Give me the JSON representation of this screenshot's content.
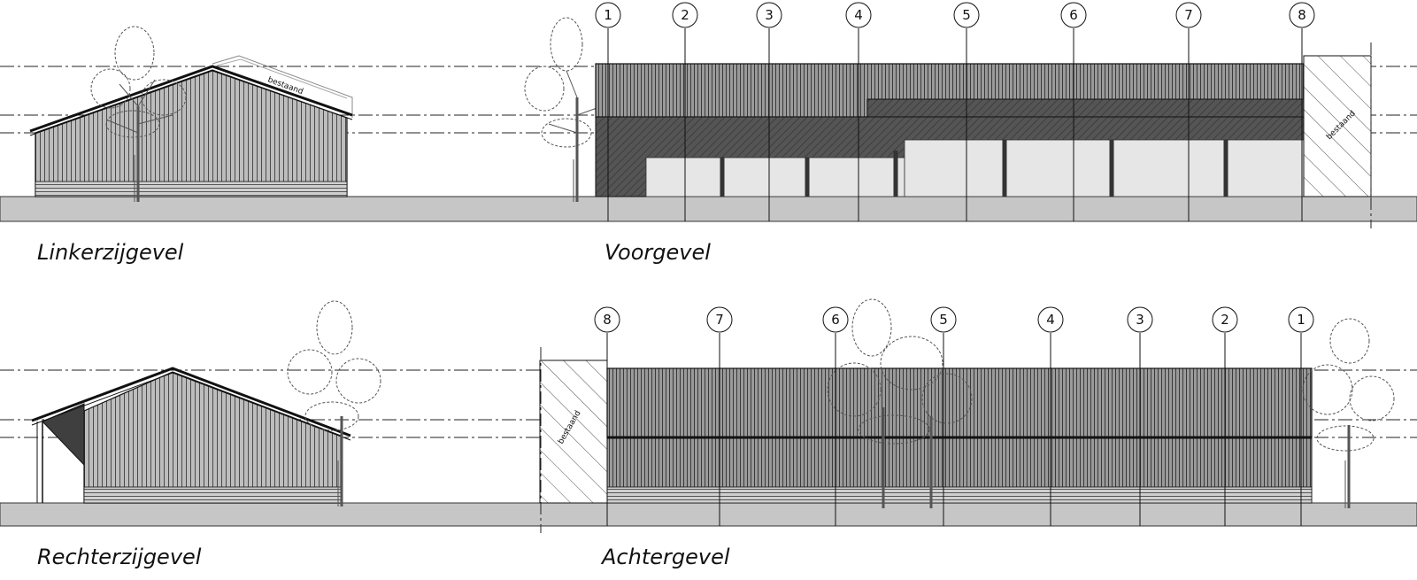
{
  "views": {
    "left_side": {
      "title": "Linkerzijgevel",
      "existing_label": "bestaand"
    },
    "front": {
      "title": "Voorgevel",
      "existing_label": "bestaand",
      "grid_labels": [
        "1",
        "2",
        "3",
        "4",
        "5",
        "6",
        "7",
        "8"
      ]
    },
    "right_side": {
      "title": "Rechterzijgevel"
    },
    "rear": {
      "title": "Achtergevel",
      "existing_label": "bestaand",
      "grid_labels": [
        "8",
        "7",
        "6",
        "5",
        "4",
        "3",
        "2",
        "1"
      ]
    }
  },
  "colors": {
    "ground": "#c6c6c6",
    "dark_panel": "#5a5a5a",
    "cladding_base": "#bdbdbd",
    "cladding_line": "#4a4a4a",
    "opening": "#e6e6e6",
    "line": "#111111"
  }
}
